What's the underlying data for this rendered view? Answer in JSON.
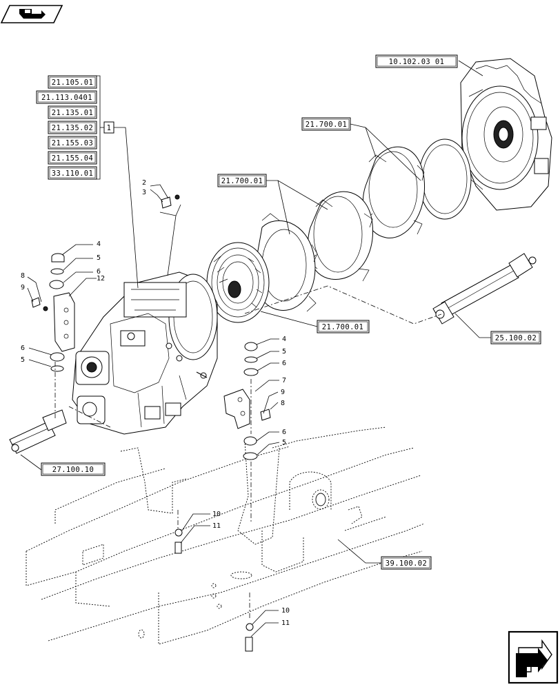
{
  "diagram": {
    "group_refs": [
      "21.105.01",
      "21.113.0401",
      "21.135.01",
      "21.135.02",
      "21.155.03",
      "21.155.04",
      "33.110.01"
    ],
    "group_marker": "1",
    "refs": {
      "engine": "10.102.03 01",
      "plate_upper": "21.700.01",
      "plate_lower": "21.700.01",
      "converter": "21.700.01",
      "driveshaft_right": "25.100.02",
      "driveshaft_left": "27.100.10",
      "chassis": "39.100.02"
    },
    "callouts": {
      "c2": "2",
      "c3": "3",
      "c4a": "4",
      "c5a": "5",
      "c6a": "6",
      "c12": "12",
      "c8a": "8",
      "c9a": "9",
      "c6b": "6",
      "c5b": "5",
      "c4b": "4",
      "c5c": "5",
      "c6c": "6",
      "c7": "7",
      "c9b": "9",
      "c8b": "8",
      "c6d": "6",
      "c5d": "5",
      "c10a": "10",
      "c11a": "11",
      "c10b": "10",
      "c11b": "11"
    }
  },
  "icons": {
    "top_left": "view-icon",
    "bottom_right": "next-page-arrow-icon"
  }
}
